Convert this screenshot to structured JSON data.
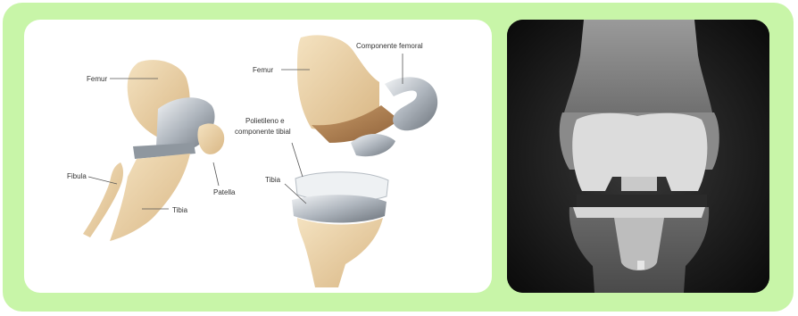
{
  "diagram": {
    "labels": {
      "femur_left": "Femur",
      "fibula": "Fibula",
      "patella": "Patella",
      "tibia_left": "Tibia",
      "femur_right": "Femur",
      "componente_femoral": "Componente femoral",
      "polietileno_line1": "Polietileno e",
      "polietileno_line2": "componente tibial",
      "tibia_right": "Tibia"
    }
  },
  "colors": {
    "frame": "#c8f5a8",
    "bone": "#e9cfa3",
    "metal": "#b9bfc6",
    "xray_background": "#0a0a0a"
  }
}
